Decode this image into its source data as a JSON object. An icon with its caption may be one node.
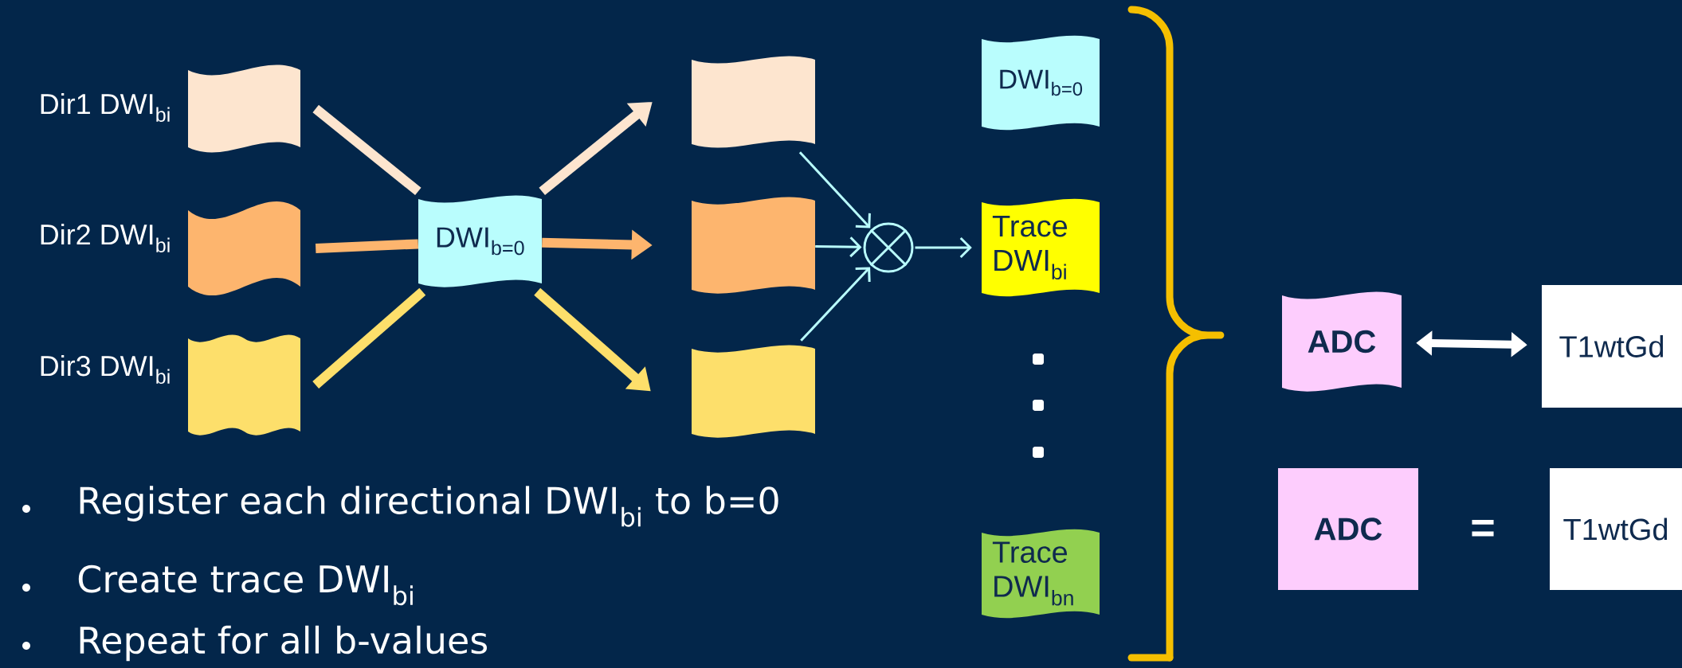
{
  "diagram": {
    "nodes": [
      {
        "text": [],
        "shape": "scroll",
        "beside": [
          "Dir1 DWI$_{bi}$"
        ]
      },
      {
        "text": [],
        "shape": "scroll",
        "beside": [
          "Dir2 DWI$_{bi}$"
        ]
      },
      {
        "text": [],
        "shape": "scroll",
        "beside": [
          "Dir3 DWI$_{bi}$"
        ]
      },
      {
        "text": [
          "DWI$_{b=0}$"
        ]
      },
      {
        "text": [],
        "shape": "scroll"
      },
      {
        "text": [],
        "shape": "scroll"
      },
      {
        "text": [],
        "shape": "scroll"
      },
      {
        "text": [],
        "shape": "circle"
      },
      {
        "text": [
          "DWI$_{b=0}$"
        ]
      },
      {
        "text": [
          "Trace DWI$_{bi}$"
        ]
      },
      {
        "text": [
          "Trace DWI$_{bn}$"
        ]
      },
      {
        "text": [
          "ADC"
        ]
      },
      {
        "text": [
          "T1wtGd"
        ]
      },
      {
        "text": [
          "ADC"
        ]
      },
      {
        "text": [
          "T1wtGd"
        ]
      }
    ],
    "edges": [
      {
        "from": 0,
        "to": 3,
        "arrow": "none",
        "color": "#fde5cf"
      },
      {
        "from": 3,
        "to": 4,
        "arrow": "to",
        "color": "#fde5cf"
      },
      {
        "from": 1,
        "to": 3,
        "arrow": "none",
        "color": "#fdb56e"
      },
      {
        "from": 3,
        "to": 5,
        "arrow": "to",
        "color": "#fdb56e"
      },
      {
        "from": 2,
        "to": 3,
        "arrow": "none",
        "color": "#fddf6b"
      },
      {
        "from": 3,
        "to": 6,
        "arrow": "to",
        "color": "#fddf6b"
      },
      {
        "from": 4,
        "to": 7,
        "arrow": "to",
        "color": "#b9fdfd"
      },
      {
        "from": 5,
        "to": 7,
        "arrow": "to",
        "color": "#b9fdfd"
      },
      {
        "from": 6,
        "to": 7,
        "arrow": "to",
        "color": "#b9fdfd"
      },
      {
        "from": 7,
        "to": 9,
        "arrow": "to",
        "color": "#b9fdfd"
      },
      {
        "from": 11,
        "to": 12,
        "arrow": "both",
        "color": "#ffffff"
      }
    ],
    "labels": [
      "Register each directional DWI$_{bi}$ to b=0",
      "Create trace DWI$_{bi}$",
      "Repeat for all b-values",
      "="
    ]
  }
}
